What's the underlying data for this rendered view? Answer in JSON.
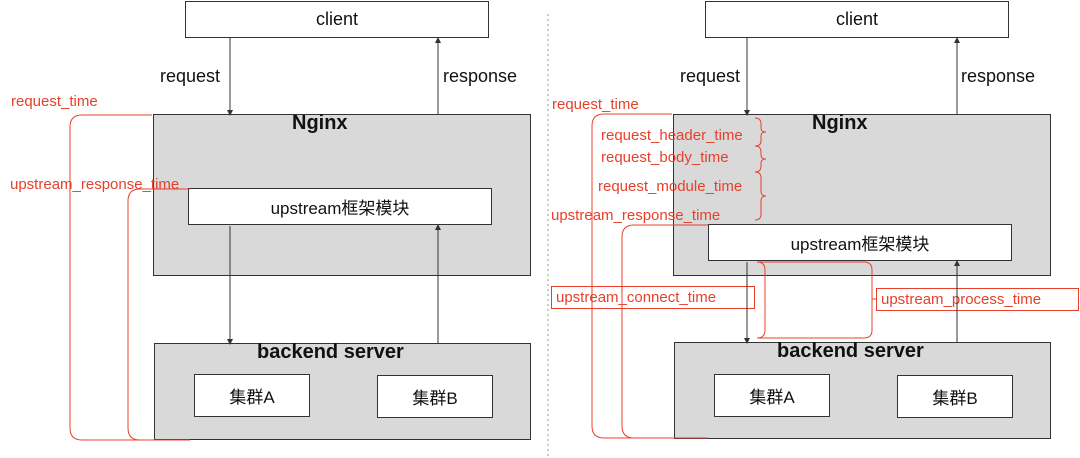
{
  "left": {
    "client": "client",
    "request": "request",
    "response": "response",
    "nginx": "Nginx",
    "upstream": "upstream框架模块",
    "backend": "backend server",
    "clusterA": "集群A",
    "clusterB": "集群B",
    "request_time": "request_time",
    "upstream_response_time": "upstream_response_time"
  },
  "right": {
    "client": "client",
    "request": "request",
    "response": "response",
    "nginx": "Nginx",
    "upstream": "upstream框架模块",
    "backend": "backend server",
    "clusterA": "集群A",
    "clusterB": "集群B",
    "request_time": "request_time",
    "request_header_time": "request_header_time",
    "request_body_time": "request_body_time",
    "request_module_time": "request_module_time",
    "upstream_response_time": "upstream_response_time",
    "upstream_connect_time": "upstream_connect_time",
    "upstream_process_time": "upstream_process_time"
  },
  "colors": {
    "accent": "#e8402b",
    "box_fill": "#d9d9d9",
    "line": "#333333"
  }
}
